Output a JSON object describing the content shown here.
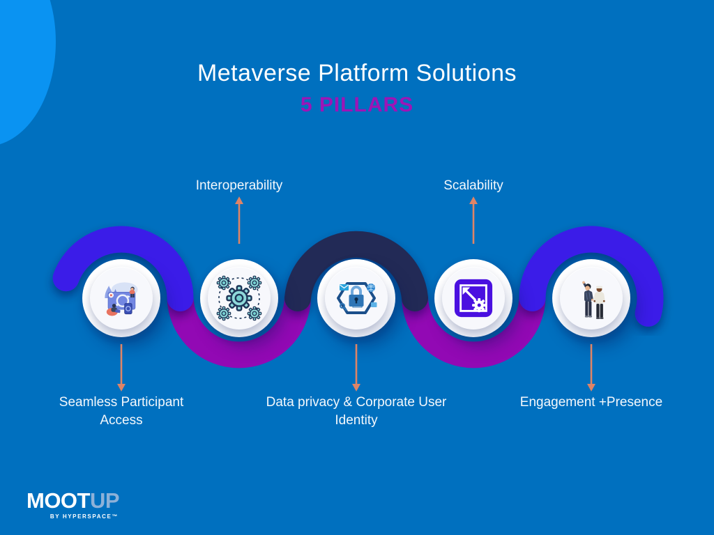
{
  "slide": {
    "title": "Metaverse Platform Solutions",
    "subtitle": "5 PILLARS"
  },
  "pillars": [
    {
      "label": "Seamless Participant Access",
      "label_position": "below",
      "icon": "participant-access-illustration"
    },
    {
      "label": "Interoperability",
      "label_position": "above",
      "icon": "connected-gears-icon"
    },
    {
      "label": "Data privacy & Corporate User Identity",
      "label_position": "below",
      "icon": "hexagon-padlock-icon"
    },
    {
      "label": "Scalability",
      "label_position": "above",
      "icon": "expand-arrow-gear-icon"
    },
    {
      "label": "Engagement +Presence",
      "label_position": "below",
      "icon": "avatar-people-icon"
    }
  ],
  "wave": {
    "segments": [
      {
        "over_pillar": 1,
        "arc": "top",
        "color": "#3B1EE8"
      },
      {
        "over_pillar": 2,
        "arc": "bottom",
        "color": "#9209B4"
      },
      {
        "over_pillar": 3,
        "arc": "top",
        "color": "#202C56"
      },
      {
        "over_pillar": 4,
        "arc": "bottom",
        "color": "#9209B4"
      },
      {
        "over_pillar": 5,
        "arc": "top",
        "color": "#3B1EE8"
      }
    ]
  },
  "logo": {
    "brand_primary": "MOOT",
    "brand_secondary": "UP",
    "tagline": "BY HYPERSPACE™"
  },
  "colors": {
    "background": "#0070BF",
    "corner_blob": "#0A93F2",
    "title": "#FFFFFF",
    "subtitle": "#9D15B6",
    "label": "#F4F8FC",
    "arrow": "#DE8467",
    "arc_blue": "#3B1EE8",
    "arc_navy": "#202C56",
    "arc_purple": "#9209B4"
  }
}
